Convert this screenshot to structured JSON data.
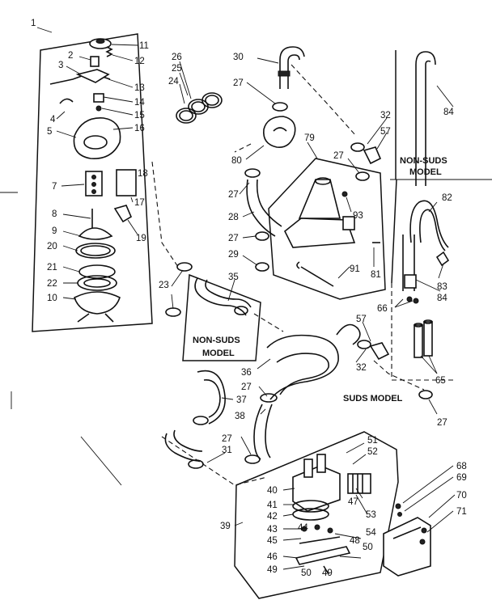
{
  "diagram": {
    "model_labels": {
      "non_suds_right_line1": "NON-SUDS",
      "non_suds_right_line2": "MODEL",
      "non_suds_box_line1": "NON-SUDS",
      "non_suds_box_line2": "MODEL",
      "suds_model": "SUDS MODEL"
    },
    "callouts": [
      "1",
      "2",
      "3",
      "4",
      "5",
      "7",
      "8",
      "9",
      "20",
      "21",
      "22",
      "10",
      "11",
      "12",
      "13",
      "14",
      "15",
      "16",
      "18",
      "17",
      "19",
      "26",
      "25",
      "24",
      "30",
      "27",
      "80",
      "27",
      "28",
      "27",
      "29",
      "79",
      "93",
      "81",
      "91",
      "32",
      "57",
      "27",
      "84",
      "82",
      "83",
      "84",
      "23",
      "35",
      "66",
      "57",
      "32",
      "65",
      "27",
      "36",
      "27",
      "37",
      "38",
      "27",
      "31",
      "51",
      "52",
      "40",
      "47",
      "41",
      "42",
      "39",
      "43",
      "44",
      "53",
      "45",
      "48",
      "54",
      "46",
      "50",
      "49",
      "50",
      "49",
      "68",
      "69",
      "70",
      "71"
    ]
  }
}
